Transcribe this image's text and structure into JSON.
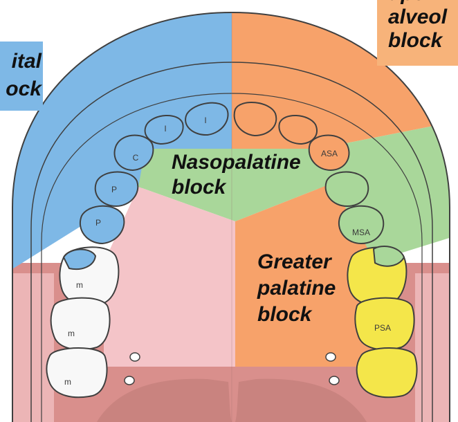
{
  "labels": {
    "left_box": [
      "ital",
      "ock"
    ],
    "right_box": [
      "uperi",
      "alveol",
      "block"
    ],
    "nasopalatine": [
      "Nasopalatine",
      "block"
    ],
    "greater_palatine": [
      "Greater",
      "palatine",
      "block"
    ]
  },
  "teeth": {
    "left": [
      {
        "id": "incisor-left-central",
        "label": "I",
        "region": "blue"
      },
      {
        "id": "incisor-left-lateral",
        "label": "I",
        "region": "blue"
      },
      {
        "id": "canine-left",
        "label": "C",
        "region": "blue"
      },
      {
        "id": "premolar-left-1",
        "label": "P",
        "region": "blue"
      },
      {
        "id": "premolar-left-2",
        "label": "P",
        "region": "blue"
      },
      {
        "id": "molar-left-1",
        "label": "m",
        "region": "white"
      },
      {
        "id": "molar-left-2",
        "label": "m",
        "region": "white"
      },
      {
        "id": "molar-left-3",
        "label": "m",
        "region": "white"
      }
    ],
    "right": [
      {
        "id": "incisor-right-central",
        "label": "",
        "region": "orange"
      },
      {
        "id": "incisor-right-lateral",
        "label": "",
        "region": "orange"
      },
      {
        "id": "canine-right",
        "label": "ASA",
        "region": "orange"
      },
      {
        "id": "premolar-right-1",
        "label": "",
        "region": "green"
      },
      {
        "id": "premolar-right-2",
        "label": "MSA",
        "region": "green"
      },
      {
        "id": "molar-right-1",
        "label": "",
        "region": "yellow"
      },
      {
        "id": "molar-right-2",
        "label": "PSA",
        "region": "yellow"
      },
      {
        "id": "molar-right-3",
        "label": "",
        "region": "yellow"
      }
    ]
  },
  "colors": {
    "blue": "#7eb8e6",
    "orange": "#f7a26a",
    "green": "#a9d79a",
    "pink": "#f4c4c8",
    "gum_red": "#d98f8c",
    "yellow": "#f4e64a",
    "white": "#f8f8f8",
    "outline": "#3f3f3f"
  }
}
